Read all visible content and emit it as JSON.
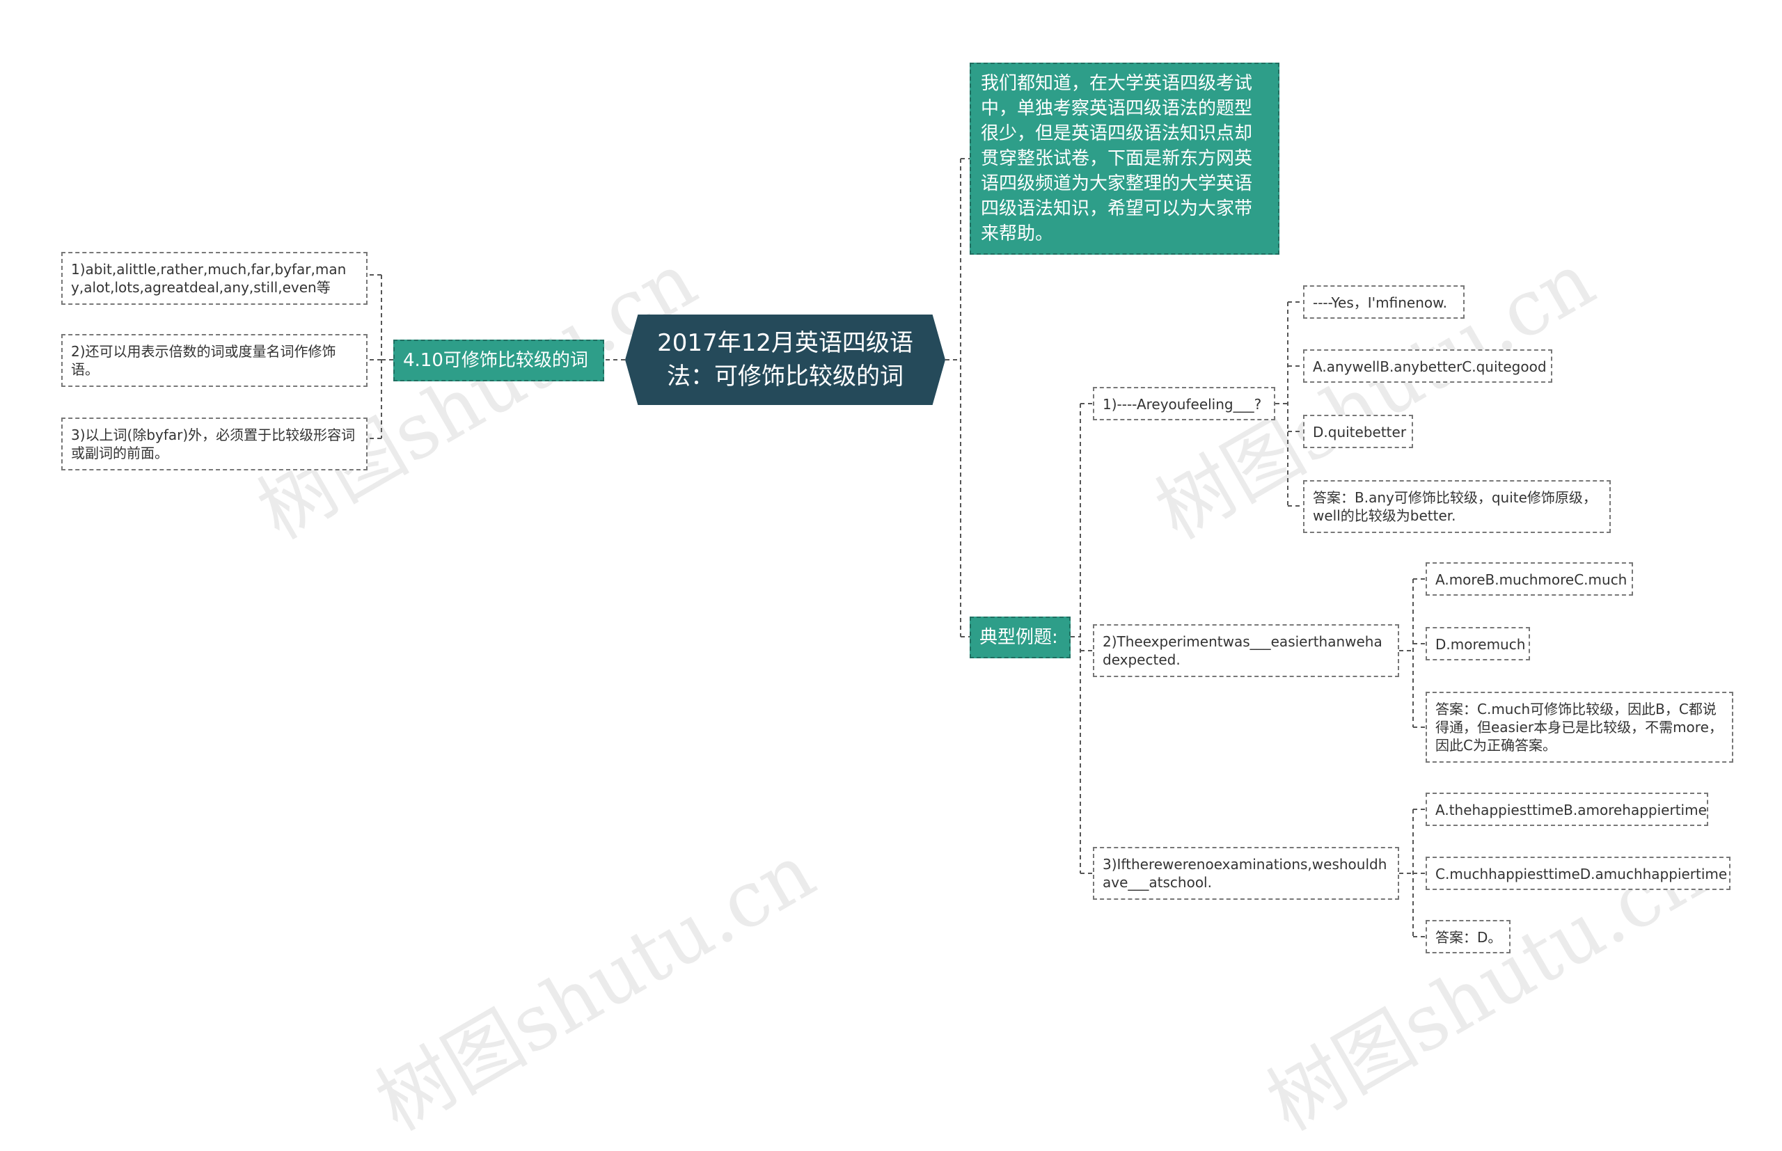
{
  "root": {
    "title": "2017年12月英语四级语法：可修饰比较级的词"
  },
  "intro": {
    "text": "我们都知道，在大学英语四级考试中，单独考察英语四级语法的题型很少，但是英语四级语法知识点却贯穿整张试卷，下面是新东方网英语四级频道为大家整理的大学英语四级语法知识，希望可以为大家带来帮助。"
  },
  "left_branch": {
    "label": "4.10可修饰比较级的词",
    "items": [
      "1)abit,alittle,rather,much,far,byfar,many,alot,lots,agreatdeal,any,still,even等",
      "2)还可以用表示倍数的词或度量名词作修饰语。",
      "3)以上词(除byfar)外，必须置于比较级形容词或副词的前面。"
    ]
  },
  "examples": {
    "label": "典型例题:",
    "q1": {
      "question": "1)----Areyoufeeling___?",
      "children": [
        "----Yes，I'mfinenow.",
        "A.anywellB.anybetterC.quitegood",
        "D.quitebetter",
        "答案：B.any可修饰比较级，quite修饰原级，well的比较级为better."
      ]
    },
    "q2": {
      "question": "2)Theexperimentwas___easierthanwehadexpected.",
      "children": [
        "A.moreB.muchmoreC.much",
        "D.moremuch",
        "答案：C.much可修饰比较级，因此B，C都说得通，但easier本身已是比较级，不需more，因此C为正确答案。"
      ]
    },
    "q3": {
      "question": "3)Iftherewerenoexaminations,weshouldhave___atschool.",
      "children": [
        "A.thehappiesttimeB.amorehappiertime",
        "C.muchhappiesttimeD.amuchhappiertime",
        "答案：D。"
      ]
    }
  },
  "watermark": "树图shutu.cn",
  "colors": {
    "root_bg": "#254a5a",
    "teal": "#2e9e89",
    "line": "#555555"
  }
}
